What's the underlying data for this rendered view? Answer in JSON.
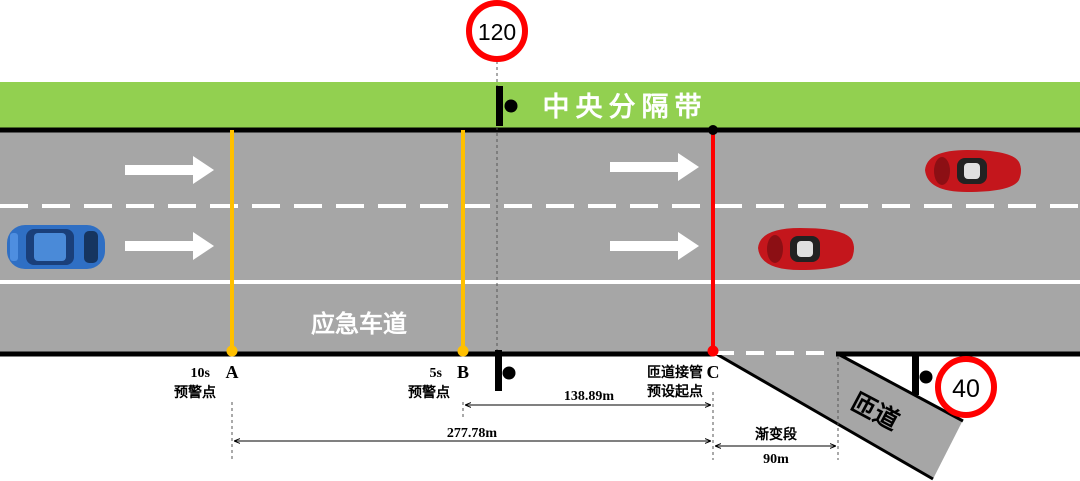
{
  "median_label": "中央分隔带",
  "emergency_lane_label": "应急车道",
  "ramp_label": "匝道",
  "speed_limit_main": "120",
  "speed_limit_ramp": "40",
  "points": {
    "a": {
      "letter": "A",
      "time": "10s",
      "label": "预警点"
    },
    "b": {
      "letter": "B",
      "time": "5s",
      "label": "预警点"
    },
    "c": {
      "letter": "C",
      "label_line1": "匝道接管",
      "label_line2": "预设起点"
    }
  },
  "dimensions": {
    "bc": "138.89m",
    "ac": "277.78m",
    "taper_label": "渐变段",
    "taper_length": "90m"
  },
  "colors": {
    "median": "#92d050",
    "road": "#a6a6a6",
    "line_ab": "#ffc000",
    "line_c": "#ff0000",
    "sign_ring": "#ff0000"
  }
}
